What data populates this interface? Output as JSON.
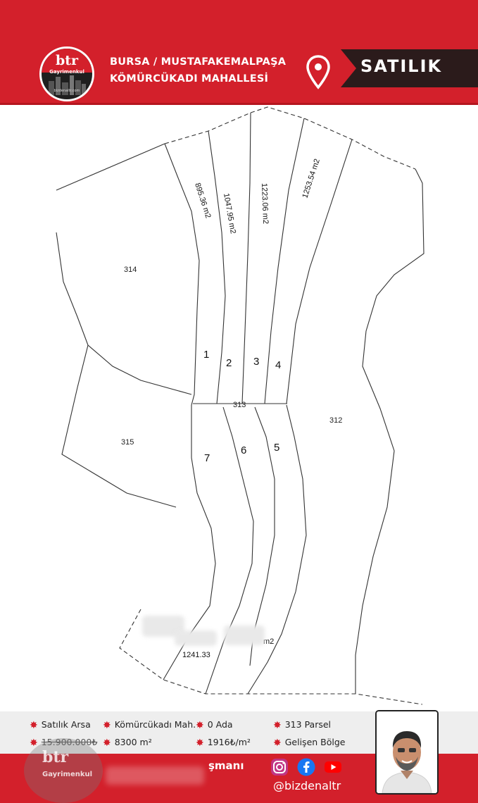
{
  "header": {
    "location_line1": "BURSA / MUSTAFAKEMALPAŞA",
    "location_line2": "KÖMÜRCÜKADI MAHALLESİ",
    "sale_label": "SATILIK",
    "logo": {
      "brand": "btr",
      "sub": "Gayrimenkul",
      "url": "bizdenaltr.com"
    },
    "accent_color": "#d3202b",
    "banner_color": "#2b1b1b"
  },
  "map": {
    "parcels": [
      "314",
      "315",
      "312",
      "313"
    ],
    "lots": [
      "1",
      "2",
      "3",
      "4",
      "5",
      "6",
      "7"
    ],
    "areas": [
      "895.36 m2",
      "1047.95 m2",
      "1223.06 m2",
      "1253.54 m2",
      "1241.33",
      "m2"
    ]
  },
  "info": {
    "r1c1": "Satılık Arsa",
    "r1c2": "Kömürcükadı Mah.",
    "r1c3": "0 Ada",
    "r1c4": "313 Parsel",
    "r2c1": "15.900.000₺",
    "r2c2": "8300 m²",
    "r2c3": "1916₺/m²",
    "r2c4": "Gelişen Bölge"
  },
  "footer": {
    "logo_brand": "btr",
    "logo_sub": "Gayrimenkul",
    "agent_title": "şmanı",
    "social_handle": "@bizdenaltr",
    "icons": [
      "instagram-icon",
      "facebook-icon",
      "youtube-icon"
    ]
  }
}
